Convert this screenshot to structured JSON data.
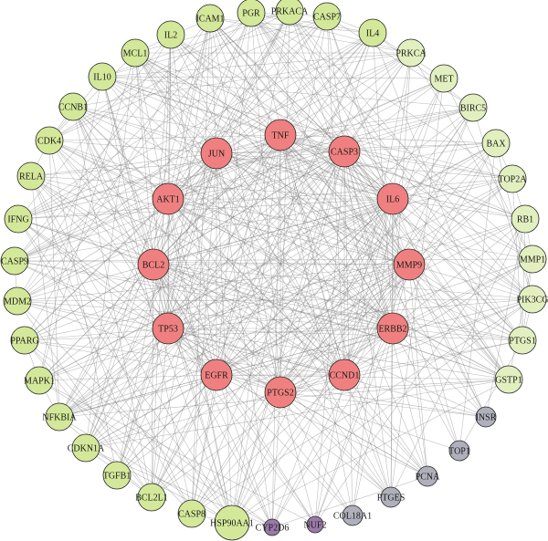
{
  "colors": {
    "core": "#f08080",
    "outer_green": "#d4e89a",
    "outer_pale": "#e2f0c0",
    "gray": "#b0b0bc",
    "purple": "#9a7aa8",
    "edge": "#808080"
  },
  "network": {
    "core_nodes": [
      "TNF",
      "JUN",
      "CASP3",
      "AKT1",
      "IL6",
      "BCL2",
      "MMP9",
      "TP53",
      "ERBB2",
      "EGFR",
      "PTGS2",
      "CCND1"
    ],
    "outer_nodes": [
      {
        "label": "PGR",
        "group": "green"
      },
      {
        "label": "PRKACA",
        "group": "green"
      },
      {
        "label": "CASP7",
        "group": "green"
      },
      {
        "label": "IL4",
        "group": "green"
      },
      {
        "label": "PRKCA",
        "group": "pale"
      },
      {
        "label": "MET",
        "group": "pale"
      },
      {
        "label": "BIRC5",
        "group": "pale"
      },
      {
        "label": "BAX",
        "group": "pale"
      },
      {
        "label": "TOP2A",
        "group": "pale"
      },
      {
        "label": "RB1",
        "group": "pale"
      },
      {
        "label": "MMP1",
        "group": "pale"
      },
      {
        "label": "PIK3CG",
        "group": "pale"
      },
      {
        "label": "PTGS1",
        "group": "pale"
      },
      {
        "label": "GSTP1",
        "group": "pale"
      },
      {
        "label": "INSR",
        "group": "gray"
      },
      {
        "label": "TOP1",
        "group": "gray"
      },
      {
        "label": "PCNA",
        "group": "gray"
      },
      {
        "label": "PTGES",
        "group": "gray"
      },
      {
        "label": "COL18A1",
        "group": "gray"
      },
      {
        "label": "NUF2",
        "group": "purple"
      },
      {
        "label": "CYP2D6",
        "group": "purple"
      },
      {
        "label": "HSP90AA1",
        "group": "green"
      },
      {
        "label": "CASP8",
        "group": "green"
      },
      {
        "label": "BCL2L1",
        "group": "green"
      },
      {
        "label": "TGFB1",
        "group": "green"
      },
      {
        "label": "CDKN1A",
        "group": "green"
      },
      {
        "label": "NFKBIA",
        "group": "green"
      },
      {
        "label": "MAPK1",
        "group": "green"
      },
      {
        "label": "PPARG",
        "group": "green"
      },
      {
        "label": "MDM2",
        "group": "green"
      },
      {
        "label": "CASP9",
        "group": "green"
      },
      {
        "label": "IFNG",
        "group": "green"
      },
      {
        "label": "RELA",
        "group": "green"
      },
      {
        "label": "CDK4",
        "group": "green"
      },
      {
        "label": "CCNB1",
        "group": "green"
      },
      {
        "label": "IL10",
        "group": "green"
      },
      {
        "label": "MCL1",
        "group": "green"
      },
      {
        "label": "IL2",
        "group": "green"
      },
      {
        "label": "ICAM1",
        "group": "green"
      }
    ]
  }
}
